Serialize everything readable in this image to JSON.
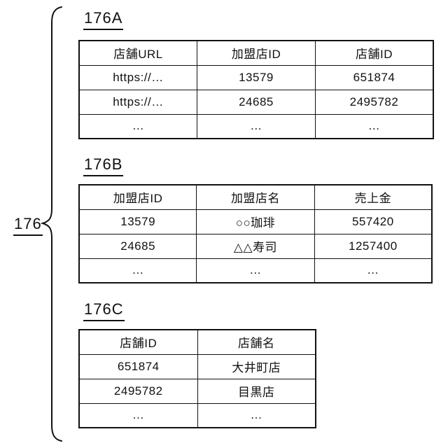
{
  "figure": {
    "group_label": "176",
    "colors": {
      "ink": "#111111",
      "background": "#ffffff"
    },
    "tables": [
      {
        "label": "176A",
        "headers": [
          "店舗URL",
          "加盟店ID",
          "店舗ID"
        ],
        "rows": [
          [
            "https://…",
            "13579",
            "651874"
          ],
          [
            "https://…",
            "24685",
            "2495782"
          ],
          [
            "…",
            "…",
            "…"
          ]
        ]
      },
      {
        "label": "176B",
        "headers": [
          "加盟店ID",
          "加盟店名",
          "売上金"
        ],
        "rows": [
          [
            "13579",
            "○○珈琲",
            "557420"
          ],
          [
            "24685",
            "△△寿司",
            "1257400"
          ],
          [
            "…",
            "…",
            "…"
          ]
        ]
      },
      {
        "label": "176C",
        "headers": [
          "店舗ID",
          "店舗名"
        ],
        "rows": [
          [
            "651874",
            "大井町店"
          ],
          [
            "2495782",
            "目黒店"
          ],
          [
            "…",
            "…"
          ]
        ]
      }
    ]
  }
}
